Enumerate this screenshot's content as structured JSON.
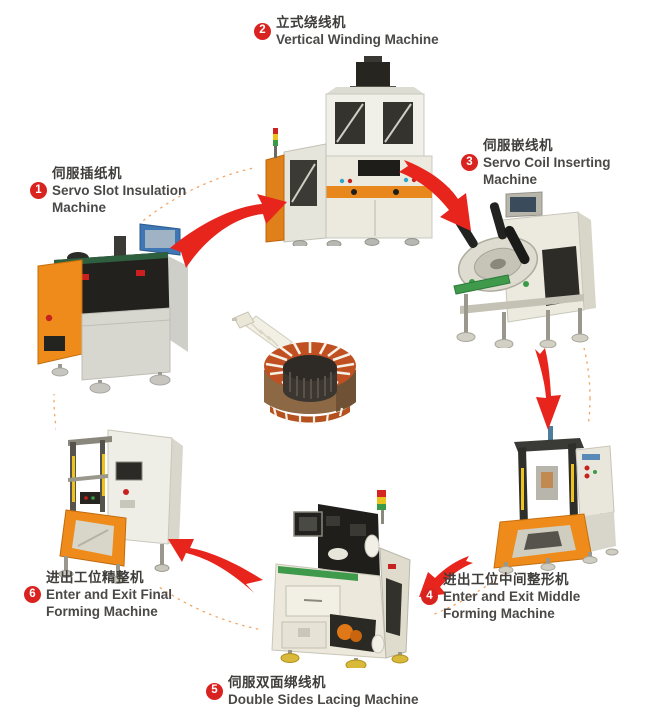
{
  "diagram": {
    "type": "production-line-flow",
    "flow_order": [
      "1",
      "2",
      "3",
      "4",
      "5",
      "6"
    ]
  },
  "colors": {
    "arrow_red": "#e8251c",
    "badge_red": "#d92320",
    "text_dark": "#3e3d3b",
    "dashed_line_orange": "#f2a665",
    "machine_orange": "#ef8b1a",
    "background": "#ffffff"
  },
  "stations": [
    {
      "number": "1",
      "name_zh": "伺服插纸机",
      "name_en": "Servo Slot Insulation Machine",
      "position": "left"
    },
    {
      "number": "2",
      "name_zh": "立式绕线机",
      "name_en": "Vertical Winding Machine",
      "position": "top"
    },
    {
      "number": "3",
      "name_zh": "伺服嵌线机",
      "name_en": "Servo Coil Inserting Machine",
      "position": "right"
    },
    {
      "number": "4",
      "name_zh": "进出工位中间整形机",
      "name_en": "Enter and Exit Middle Forming Machine",
      "position": "bottom-right"
    },
    {
      "number": "5",
      "name_zh": "伺服双面绑线机",
      "name_en": "Double Sides Lacing Machine",
      "position": "bottom-center"
    },
    {
      "number": "6",
      "name_zh": "进出工位精整机",
      "name_en": "Enter and Exit Final Forming Machine",
      "position": "bottom-left"
    }
  ],
  "center_image": {
    "name": "wound stator with white lacing and lead cable"
  }
}
